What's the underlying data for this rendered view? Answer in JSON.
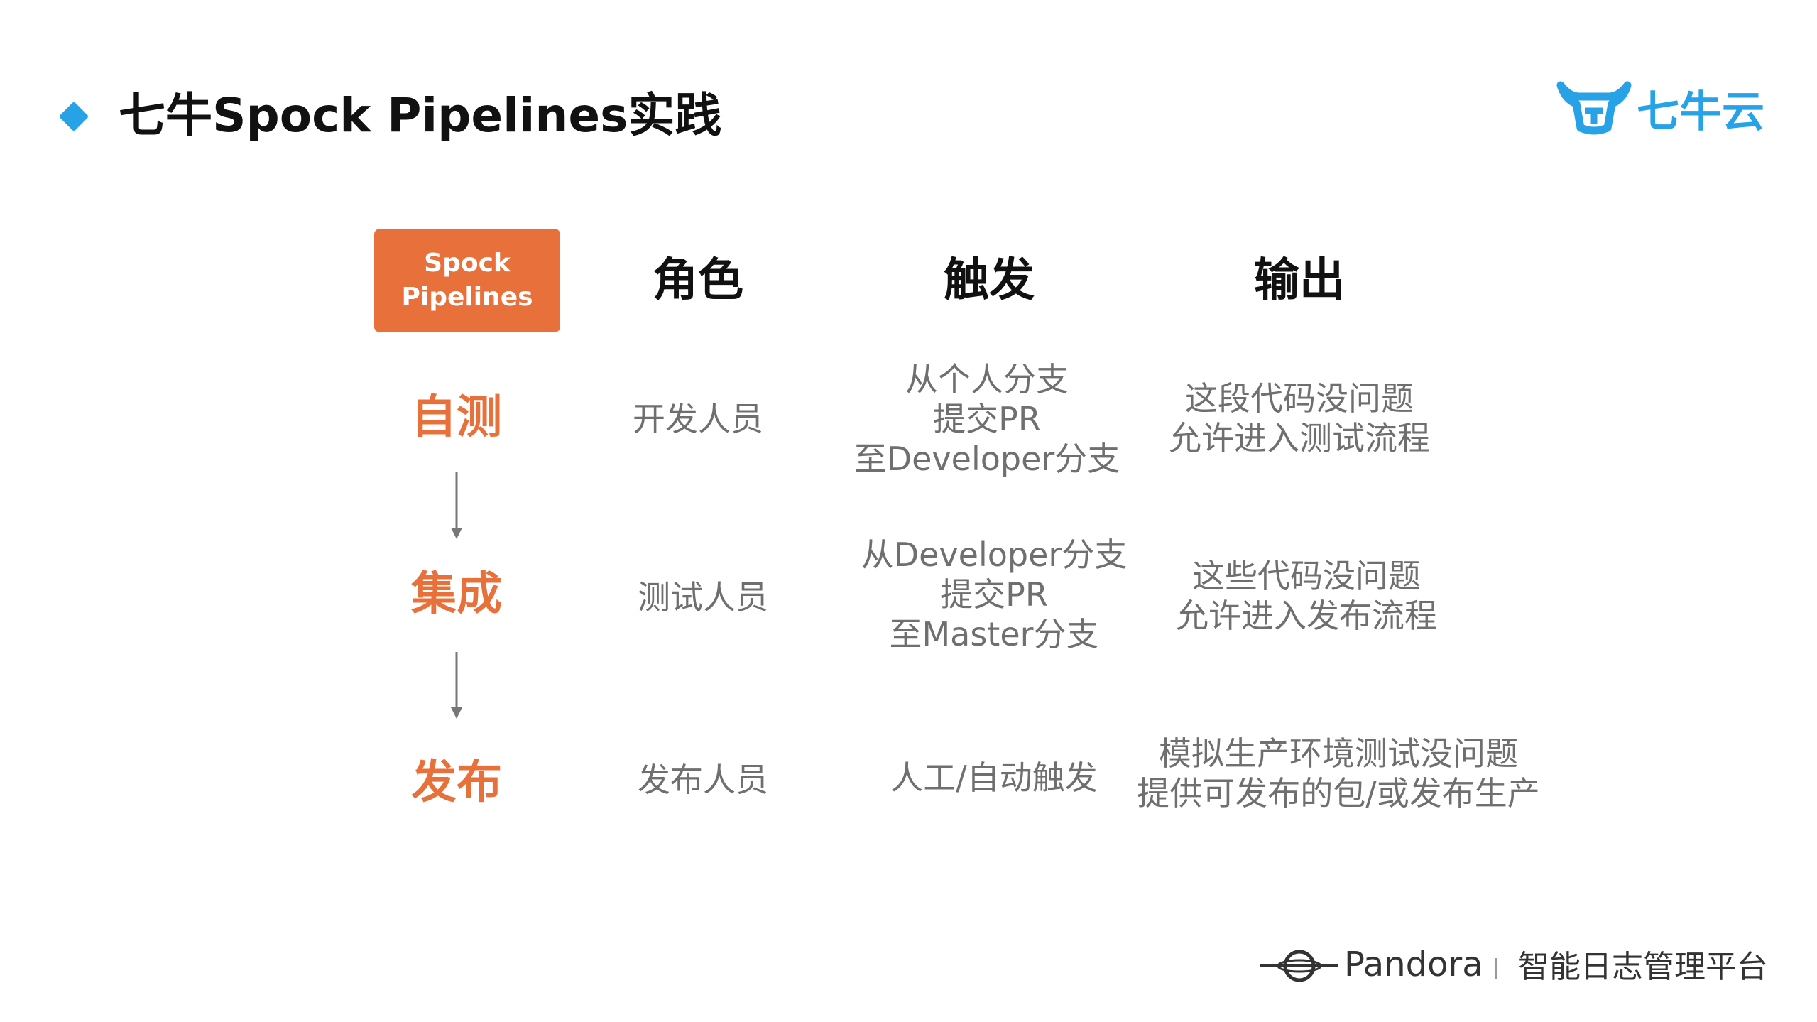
{
  "header": {
    "title": "七牛Spock Pipelines实践",
    "logo_text": "七牛云"
  },
  "table": {
    "badge_lines": [
      "Spock",
      "Pipelines"
    ],
    "columns": [
      "角色",
      "触发",
      "输出"
    ],
    "rows": [
      {
        "stage": "自测",
        "role": "开发人员",
        "trigger": [
          "从个人分支",
          "提交PR",
          "至Developer分支"
        ],
        "output": [
          "这段代码没问题",
          "允许进入测试流程"
        ]
      },
      {
        "stage": "集成",
        "role": "测试人员",
        "trigger": [
          "从Developer分支",
          "提交PR",
          "至Master分支"
        ],
        "output": [
          "这些代码没问题",
          "允许进入发布流程"
        ]
      },
      {
        "stage": "发布",
        "role": "发布人员",
        "trigger": [
          "人工/自动触发"
        ],
        "output": [
          "模拟生产环境测试没问题",
          "提供可发布的包/或发布生产"
        ]
      }
    ]
  },
  "footer": {
    "brand": "Pandora",
    "subtitle": "智能日志管理平台"
  },
  "colors": {
    "accent_orange": "#e8703b",
    "accent_blue": "#27a2e6",
    "body_gray": "#6f6f6f"
  },
  "icons": {
    "title_bullet": "diamond-bullet-icon",
    "brand_logo": "qiniu-ox-logo-icon",
    "flow_arrow": "arrow-down-icon",
    "footer_logo": "pandora-orbit-icon"
  }
}
